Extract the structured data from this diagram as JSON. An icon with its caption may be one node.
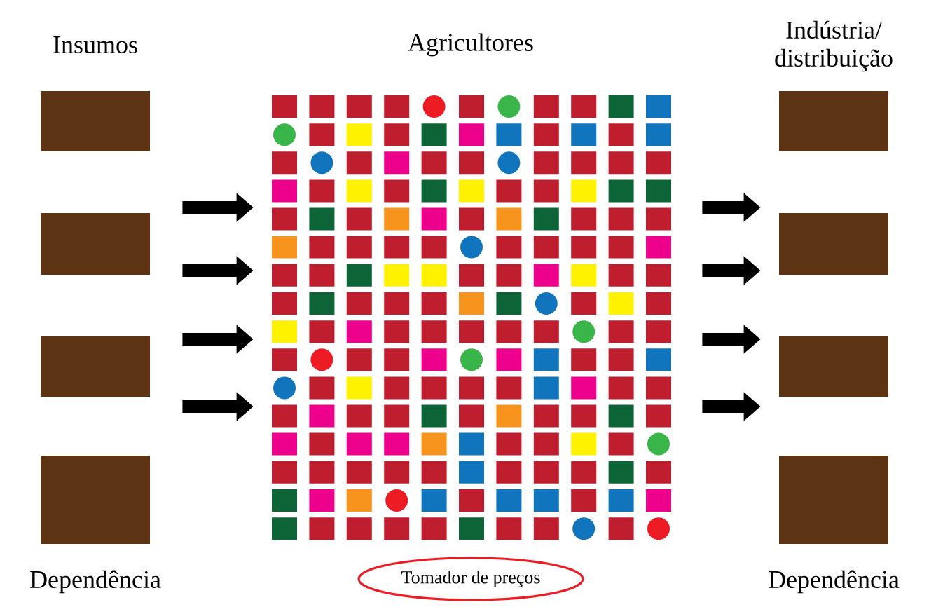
{
  "diagram": {
    "nodes": [
      {
        "text": [
          "Insumos",
          "Dependência"
        ]
      },
      {
        "text": [],
        "shape": "box",
        "in": 0
      },
      {
        "text": [],
        "shape": "box",
        "in": 0
      },
      {
        "text": [],
        "shape": "box",
        "in": 0
      },
      {
        "text": [],
        "shape": "box",
        "in": 0
      },
      {
        "text": [
          "Agricultores"
        ]
      },
      {
        "text": [
          "Tomador de preços"
        ]
      },
      {
        "text": [
          "Indústria/ distribuição",
          "Dependência"
        ]
      },
      {
        "text": [],
        "shape": "box",
        "in": 7
      },
      {
        "text": [],
        "shape": "box",
        "in": 7
      },
      {
        "text": [],
        "shape": "box",
        "in": 7
      },
      {
        "text": [],
        "shape": "box",
        "in": 7
      }
    ],
    "edges": [
      {
        "from": 0,
        "to": 5,
        "arrow": "to"
      },
      {
        "from": 0,
        "to": 5,
        "arrow": "to"
      },
      {
        "from": 0,
        "to": 5,
        "arrow": "to"
      },
      {
        "from": 0,
        "to": 5,
        "arrow": "to"
      },
      {
        "from": 5,
        "to": 7,
        "arrow": "to"
      },
      {
        "from": 5,
        "to": 7,
        "arrow": "to"
      },
      {
        "from": 5,
        "to": 7,
        "arrow": "to"
      },
      {
        "from": 5,
        "to": 7,
        "arrow": "to"
      }
    ]
  }
}
